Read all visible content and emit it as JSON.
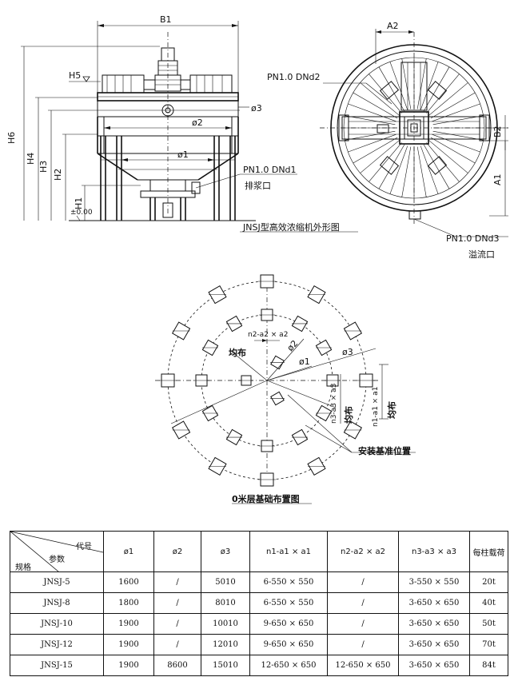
{
  "elevation": {
    "dims": {
      "b1": "B1",
      "h5": "H5",
      "h6": "H6",
      "h4": "H4",
      "h3": "H3",
      "h2": "H2",
      "h1": "H1",
      "phi3": "ø3",
      "phi2": "ø2",
      "phi1": "ø1",
      "zero": "±0.00"
    },
    "nozzle_label": "PN1.0 DNd1",
    "nozzle_name": "排浆口",
    "caption": "JNSJ型高效浓缩机外形图"
  },
  "plan": {
    "dims": {
      "a2": "A2",
      "b2": "B2",
      "a1": "A1"
    },
    "nozzle2_label": "PN1.0 DNd2",
    "nozzle3_label": "PN1.0 DNd3",
    "nozzle3_name": "溢流口"
  },
  "foundation": {
    "dims": {
      "phi1": "ø1",
      "phi2": "ø2",
      "phi3": "ø3"
    },
    "spacing_top": "n2-a2 × a2",
    "even_left": "均布",
    "spacing_right": "n1-a1 × a1",
    "spacing_right2": "n3-a3 × a3",
    "even_right": "均布",
    "datum": "安装基准位置",
    "caption": "0米层基础布置图"
  },
  "table": {
    "corner_code": "代号",
    "corner_param": "参数",
    "corner_spec": "规格",
    "headers": [
      "ø1",
      "ø2",
      "ø3",
      "n1-a1 × a1",
      "n2-a2 × a2",
      "n3-a3 × a3",
      "每柱载荷"
    ],
    "rows": [
      [
        "JNSJ-5",
        "1600",
        "/",
        "5010",
        "6-550 × 550",
        "/",
        "3-550 × 550",
        "20t"
      ],
      [
        "JNSJ-8",
        "1800",
        "/",
        "8010",
        "6-550 × 550",
        "/",
        "3-650 × 650",
        "40t"
      ],
      [
        "JNSJ-10",
        "1900",
        "/",
        "10010",
        "9-650 × 650",
        "/",
        "3-650 × 650",
        "50t"
      ],
      [
        "JNSJ-12",
        "1900",
        "/",
        "12010",
        "9-650 × 650",
        "/",
        "3-650 × 650",
        "70t"
      ],
      [
        "JNSJ-15",
        "1900",
        "8600",
        "15010",
        "12-650 × 650",
        "12-650 × 650",
        "3-650 × 650",
        "84t"
      ]
    ]
  }
}
